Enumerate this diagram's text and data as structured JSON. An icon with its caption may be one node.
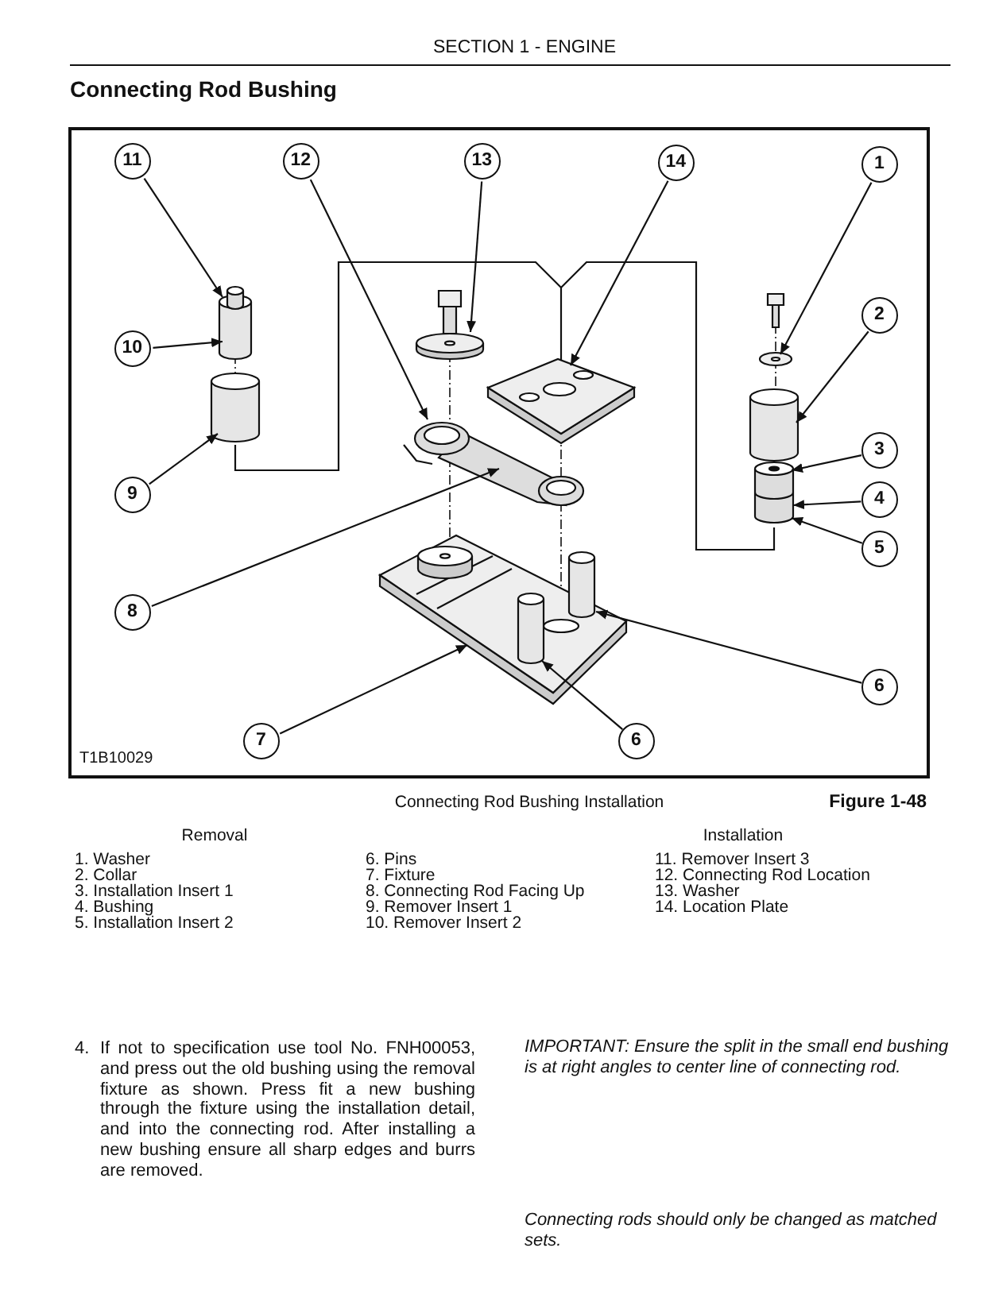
{
  "diagram": {
    "title": "Connecting Rod Bushing",
    "caption": "Connecting Rod Bushing Installation",
    "nodes": [
      {
        "text": [
          "11"
        ]
      },
      {
        "text": [
          "12"
        ]
      },
      {
        "text": [
          "13"
        ]
      },
      {
        "text": [
          "14"
        ]
      },
      {
        "text": [
          "1"
        ]
      },
      {
        "text": [
          "2"
        ]
      },
      {
        "text": [
          "10"
        ]
      },
      {
        "text": [
          "3"
        ]
      },
      {
        "text": [
          "9"
        ]
      },
      {
        "text": [
          "4"
        ]
      },
      {
        "text": [
          "5"
        ]
      },
      {
        "text": [
          "8"
        ]
      },
      {
        "text": [
          "6"
        ]
      },
      {
        "text": [
          "7"
        ]
      },
      {
        "text": [
          "6"
        ]
      }
    ],
    "edges": [
      {
        "from": 0,
        "to": null,
        "arrow": "to"
      },
      {
        "from": 1,
        "to": null,
        "arrow": "to"
      },
      {
        "from": 2,
        "to": null,
        "arrow": "to"
      },
      {
        "from": 3,
        "to": null,
        "arrow": "to"
      },
      {
        "from": 4,
        "to": null,
        "arrow": "to"
      },
      {
        "from": 5,
        "to": null,
        "arrow": "to"
      },
      {
        "from": 6,
        "to": null,
        "arrow": "to"
      },
      {
        "from": 7,
        "to": null,
        "arrow": "to"
      },
      {
        "from": 8,
        "to": null,
        "arrow": "to"
      },
      {
        "from": 9,
        "to": null,
        "arrow": "to"
      },
      {
        "from": 10,
        "to": null,
        "arrow": "to"
      },
      {
        "from": 11,
        "to": null,
        "arrow": "to"
      },
      {
        "from": 12,
        "to": null,
        "arrow": "to"
      },
      {
        "from": 13,
        "to": null,
        "arrow": "to"
      },
      {
        "from": 14,
        "to": null,
        "arrow": "to"
      }
    ],
    "labels": [
      "SECTION 1 - ENGINE",
      "T1B10029",
      "Figure 1-48",
      "Removal",
      "Installation",
      "1. Washer",
      "2. Collar",
      "3. Installation Insert 1",
      "4. Bushing",
      "5. Installation Insert 2",
      "6. Pins",
      "7. Fixture",
      "8. Connecting Rod Facing Up",
      "9. Remover Insert 1",
      "10. Remover Insert 2",
      "11. Remover Insert 3",
      "12. Connecting Rod Location",
      "13. Washer",
      "14. Location Plate",
      "4.",
      "If not to specification use tool No. FNH00053, and press out the old bushing using the removal fixture as shown. Press fit a new bushing through the fixture using the installation detail, and into the connecting rod. After installing a new bushing ensure all sharp edges and burrs are removed.",
      "IMPORTANT: Ensure the split in the small end bushing is at right angles to center line of connecting rod.",
      "Connecting rods should only be changed as matched sets."
    ]
  }
}
